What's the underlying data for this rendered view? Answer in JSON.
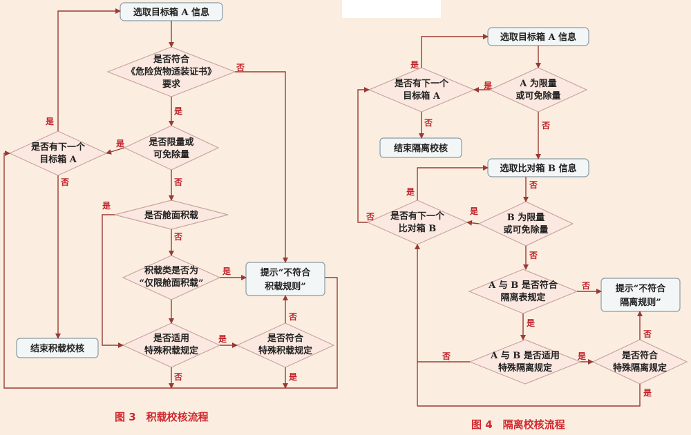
{
  "fig3": {
    "caption": "图 3　积载校核流程",
    "n_select_a": "选取目标箱 A 信息",
    "n_conform": [
      "是否符合",
      "《危险货物适装证书》",
      "要求"
    ],
    "n_limited": [
      "是否限量或",
      "可免除量"
    ],
    "n_next_a": [
      "是否有下一个",
      "目标箱 A"
    ],
    "n_deck": "是否舱面积载",
    "n_only_deck": [
      "积载类是否为",
      "“仅限舱面积载”"
    ],
    "n_prompt": [
      "提示“不符合",
      "积载规则”"
    ],
    "n_end": "结束积载校核",
    "n_special": [
      "是否适用",
      "特殊积载规定"
    ],
    "n_special_ok": [
      "是否符合",
      "特殊积载规定"
    ]
  },
  "fig4": {
    "caption": "图 4　隔离校核流程",
    "n_select_a": "选取目标箱 A 信息",
    "n_a_limited": [
      "A 为限量",
      "或可免除量"
    ],
    "n_next_a": [
      "是否有下一个",
      "目标箱 A"
    ],
    "n_end": "结束隔离校核",
    "n_select_b": "选取比对箱 B 信息",
    "n_b_limited": [
      "B 为限量",
      "或可免除量"
    ],
    "n_next_b": [
      "是否有下一个",
      "比对箱 B"
    ],
    "n_ab_table": [
      "A 与 B 是否符合",
      "隔离表规定"
    ],
    "n_prompt": [
      "提示“不符合",
      "隔离规则”"
    ],
    "n_ab_special": [
      "A 与 B 是否适用",
      "特殊隔离规定"
    ],
    "n_special_ok": [
      "是否符合",
      "特殊隔离规定"
    ]
  },
  "labels": {
    "yes": "是",
    "no": "否"
  },
  "colors": {
    "background": "#fbeee0",
    "line": "#9a3a34",
    "label": "#c0202a",
    "box": "#f2f6f6",
    "diamond": "#fbe8e0"
  }
}
